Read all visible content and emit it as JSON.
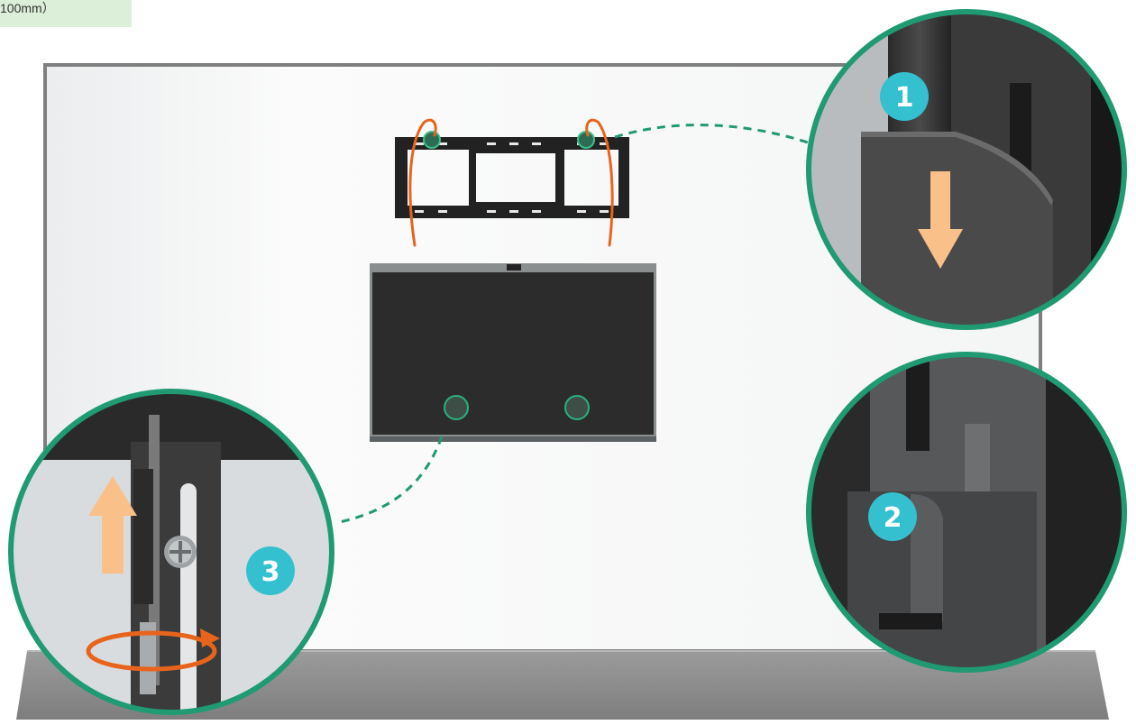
{
  "caption": {
    "text": "100mm）"
  },
  "steps": [
    {
      "label": "1",
      "note": "hang-bracket"
    },
    {
      "label": "2",
      "note": "hooked"
    },
    {
      "label": "3",
      "note": "tighten-screw"
    }
  ],
  "colors": {
    "callout_ring": "#1f9a72",
    "badge": "#35c0d0",
    "arrow": "#f9c08a",
    "rotate_arrow": "#e8641d",
    "guide_line": "#e8641d",
    "wall": "#f7f8f8",
    "floor": "#8e8e8e",
    "panel": "#2c2c2c"
  },
  "icons": [
    "down-arrow-icon",
    "up-arrow-icon",
    "rotate-arrow-icon",
    "screw-icon"
  ]
}
